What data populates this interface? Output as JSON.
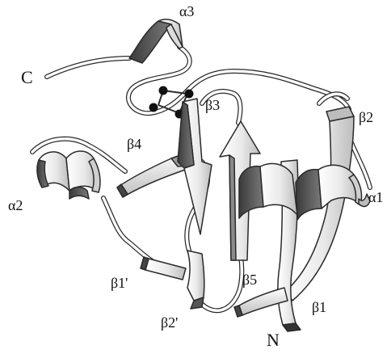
{
  "figure": {
    "labels": {
      "alpha1": "α1",
      "alpha2": "α2",
      "alpha3": "α3",
      "beta1": "β1",
      "beta2": "β2",
      "beta3": "β3",
      "beta4": "β4",
      "beta5": "β5",
      "beta1_prime": "β1'",
      "beta2_prime": "β2'",
      "c_terminus": "C",
      "n_terminus": "N"
    },
    "colors": {
      "ribbon_light": "#f2f2f2",
      "ribbon_mid": "#c8c8c8",
      "ribbon_dark": "#555555",
      "outline": "#2a2a2a",
      "coil": "#ffffff",
      "atom": "#111111"
    }
  }
}
